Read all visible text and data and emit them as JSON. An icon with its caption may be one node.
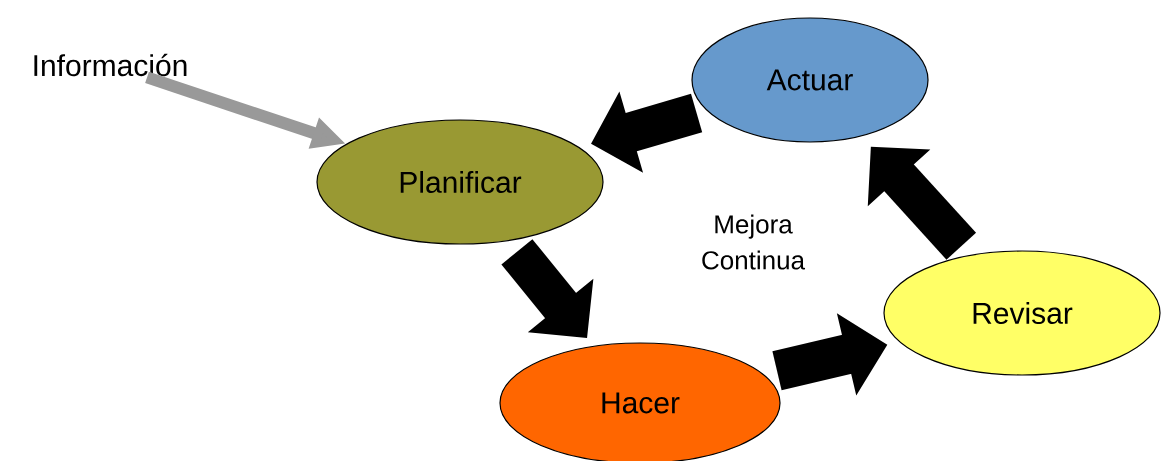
{
  "diagram": {
    "nodes": [
      {
        "text": [
          "Información"
        ]
      },
      {
        "text": [
          "Planificar"
        ]
      },
      {
        "text": [
          "Hacer"
        ]
      },
      {
        "text": [
          "Revisar"
        ]
      },
      {
        "text": [
          "Actuar"
        ]
      }
    ],
    "edges": [
      {
        "from": 0,
        "to": 1,
        "arrow": "to",
        "color": "#999999"
      },
      {
        "from": 1,
        "to": 2,
        "arrow": "to"
      },
      {
        "from": 2,
        "to": 3,
        "arrow": "to"
      },
      {
        "from": 3,
        "to": 4,
        "arrow": "to"
      },
      {
        "from": 4,
        "to": 1,
        "arrow": "to"
      }
    ],
    "labels": [
      "Mejora Continua"
    ]
  }
}
